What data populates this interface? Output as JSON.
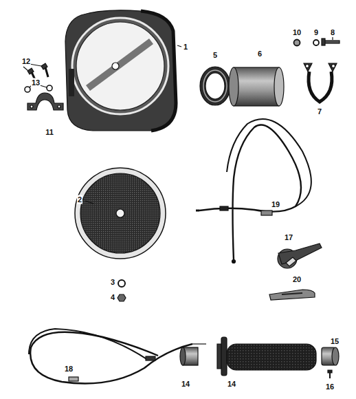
{
  "diagram": {
    "labels": [
      "12",
      "13",
      "11",
      "1",
      "10",
      "9",
      "8",
      "5",
      "6",
      "7",
      "2",
      "19",
      "3",
      "4",
      "17",
      "20",
      "18",
      "14",
      "14",
      "15",
      "16"
    ]
  }
}
